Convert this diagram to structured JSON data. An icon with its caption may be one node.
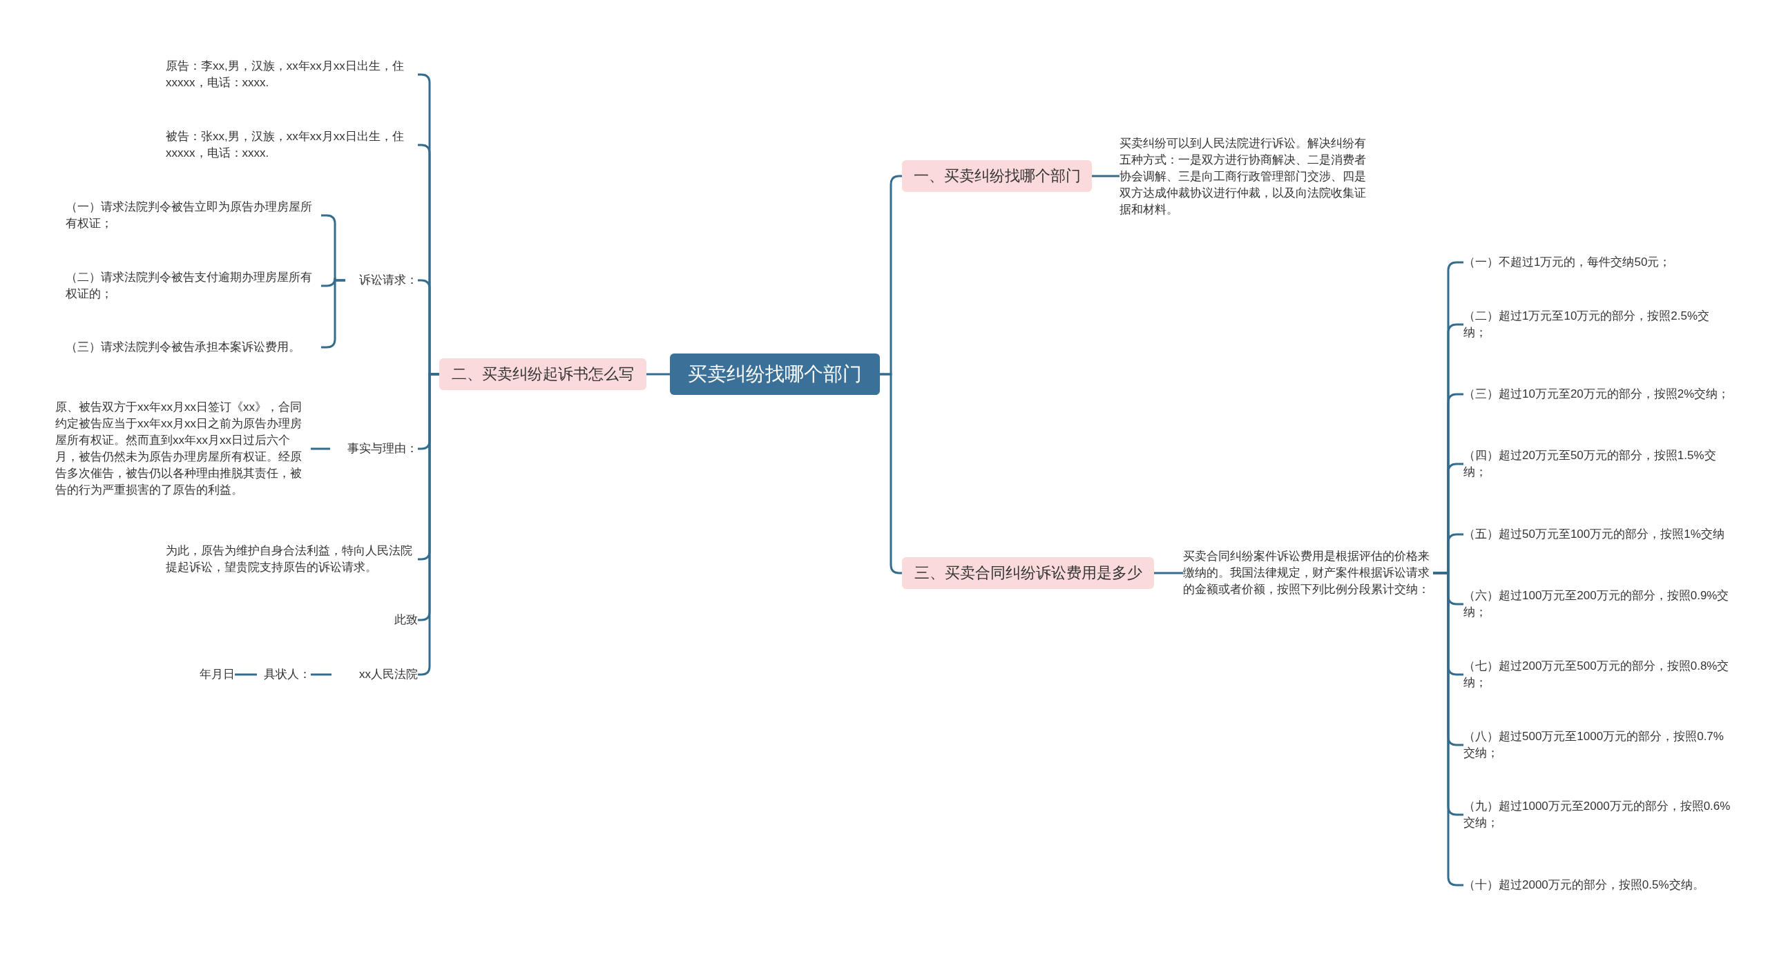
{
  "diagram": {
    "nodes": [
      {
        "text": [
          "买卖纠纷找哪个部门"
        ]
      },
      {
        "text": [
          "一、买卖纠纷找哪个部门"
        ]
      },
      {
        "text": [
          "买卖纠纷可以到人民法院进行诉讼。解决纠纷有五种方式：一是双方进行协商解决、二是消费者协会调解、三是向工商行政管理部门交涉、四是双方达成仲裁协议进行仲裁，以及向法院收集证据和材料。"
        ]
      },
      {
        "text": [
          "二、买卖纠纷起诉书怎么写"
        ]
      },
      {
        "text": [
          "原告：李xx,男，汉族，xx年xx月xx日出生，住xxxxx，电话：xxxx."
        ]
      },
      {
        "text": [
          "被告：张xx,男，汉族，xx年xx月xx日出生，住xxxxx，电话：xxxx."
        ]
      },
      {
        "text": [
          "诉讼请求："
        ]
      },
      {
        "text": [
          "（一）请求法院判令被告立即为原告办理房屋所有权证；"
        ]
      },
      {
        "text": [
          "（二）请求法院判令被告支付逾期办理房屋所有权证的；"
        ]
      },
      {
        "text": [
          "（三）请求法院判令被告承担本案诉讼费用。"
        ]
      },
      {
        "text": [
          "事实与理由："
        ]
      },
      {
        "text": [
          "原、被告双方于xx年xx月xx日签订《xx》，合同约定被告应当于xx年xx月xx日之前为原告办理房屋所有权证。然而直到xx年xx月xx日过后六个月，被告仍然未为原告办理房屋所有权证。经原告多次催告，被告仍以各种理由推脱其责任，被告的行为严重损害的了原告的利益。"
        ]
      },
      {
        "text": [
          "为此，原告为维护自身合法利益，特向人民法院提起诉讼，望贵院支持原告的诉讼请求。"
        ]
      },
      {
        "text": [
          "此致"
        ]
      },
      {
        "text": [
          "xx人民法院"
        ]
      },
      {
        "text": [
          "具状人："
        ]
      },
      {
        "text": [
          "年月日"
        ]
      },
      {
        "text": [
          "三、买卖合同纠纷诉讼费用是多少"
        ]
      },
      {
        "text": [
          "买卖合同纠纷案件诉讼费用是根据评估的价格来缴纳的。我国法律规定，财产案件根据诉讼请求的金额或者价额，按照下列比例分段累计交纳："
        ]
      },
      {
        "text": [
          "（一）不超过1万元的，每件交纳50元；"
        ]
      },
      {
        "text": [
          "（二）超过1万元至10万元的部分，按照2.5%交纳；"
        ]
      },
      {
        "text": [
          "（三）超过10万元至20万元的部分，按照2%交纳；"
        ]
      },
      {
        "text": [
          "（四）超过20万元至50万元的部分，按照1.5%交纳；"
        ]
      },
      {
        "text": [
          "（五）超过50万元至100万元的部分，按照1%交纳"
        ]
      },
      {
        "text": [
          "（六）超过100万元至200万元的部分，按照0.9%交纳；"
        ]
      },
      {
        "text": [
          "（七）超过200万元至500万元的部分，按照0.8%交纳；"
        ]
      },
      {
        "text": [
          "（八）超过500万元至1000万元的部分，按照0.7%交纳；"
        ]
      },
      {
        "text": [
          "（九）超过1000万元至2000万元的部分，按照0.6%交纳；"
        ]
      },
      {
        "text": [
          "（十）超过2000万元的部分，按照0.5%交纳。"
        ]
      }
    ],
    "edges": [
      {
        "from": 0,
        "to": 1,
        "arrow": "none"
      },
      {
        "from": 1,
        "to": 2,
        "arrow": "none"
      },
      {
        "from": 0,
        "to": 3,
        "arrow": "none"
      },
      {
        "from": 3,
        "to": 4,
        "arrow": "none"
      },
      {
        "from": 3,
        "to": 5,
        "arrow": "none"
      },
      {
        "from": 3,
        "to": 6,
        "arrow": "none"
      },
      {
        "from": 6,
        "to": 7,
        "arrow": "none"
      },
      {
        "from": 6,
        "to": 8,
        "arrow": "none"
      },
      {
        "from": 6,
        "to": 9,
        "arrow": "none"
      },
      {
        "from": 3,
        "to": 10,
        "arrow": "none"
      },
      {
        "from": 10,
        "to": 11,
        "arrow": "none"
      },
      {
        "from": 3,
        "to": 12,
        "arrow": "none"
      },
      {
        "from": 3,
        "to": 13,
        "arrow": "none"
      },
      {
        "from": 3,
        "to": 14,
        "arrow": "none"
      },
      {
        "from": 14,
        "to": 15,
        "arrow": "none"
      },
      {
        "from": 15,
        "to": 16,
        "arrow": "none"
      },
      {
        "from": 0,
        "to": 17,
        "arrow": "none"
      },
      {
        "from": 17,
        "to": 18,
        "arrow": "none"
      },
      {
        "from": 18,
        "to": 19,
        "arrow": "none"
      },
      {
        "from": 18,
        "to": 20,
        "arrow": "none"
      },
      {
        "from": 18,
        "to": 21,
        "arrow": "none"
      },
      {
        "from": 18,
        "to": 22,
        "arrow": "none"
      },
      {
        "from": 18,
        "to": 23,
        "arrow": "none"
      },
      {
        "from": 18,
        "to": 24,
        "arrow": "none"
      },
      {
        "from": 18,
        "to": 25,
        "arrow": "none"
      },
      {
        "from": 18,
        "to": 26,
        "arrow": "none"
      },
      {
        "from": 18,
        "to": 27,
        "arrow": "none"
      },
      {
        "from": 18,
        "to": 28,
        "arrow": "none"
      }
    ]
  }
}
